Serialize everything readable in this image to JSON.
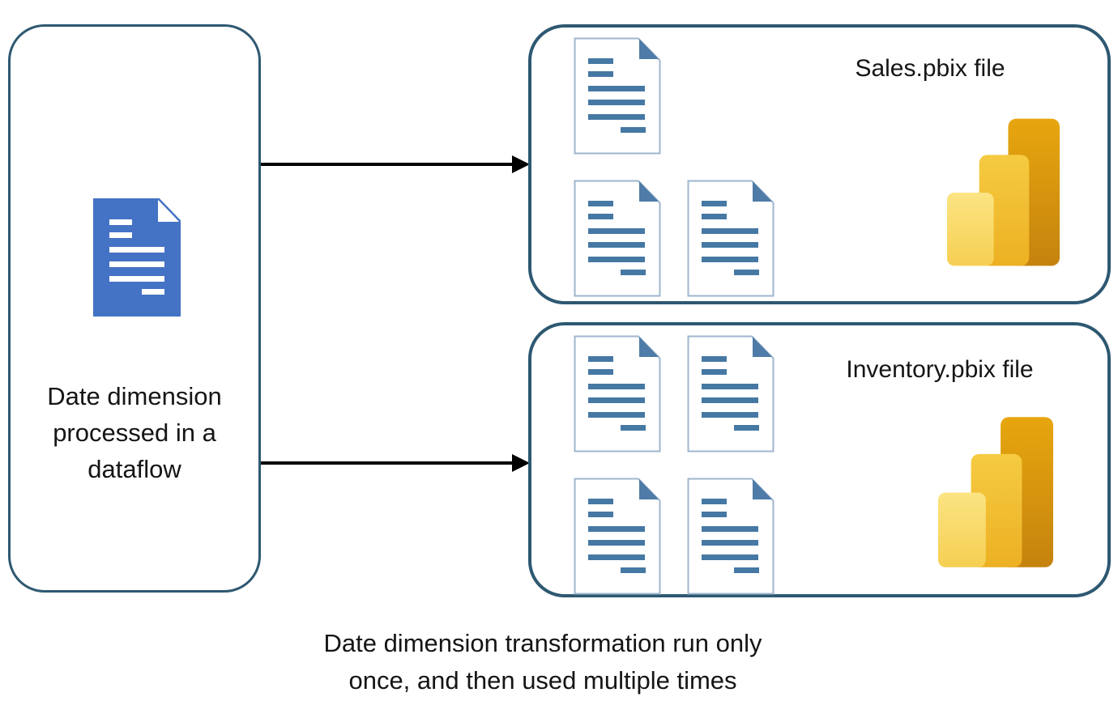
{
  "source_box": {
    "lines": [
      "Date dimension",
      "processed in a",
      "dataflow"
    ],
    "label": "Date dimension processed in a dataflow"
  },
  "sales_box": {
    "title": "Sales.pbix file",
    "document_count": 3
  },
  "inventory_box": {
    "title": "Inventory.pbix file",
    "document_count": 4
  },
  "caption": {
    "lines": [
      "Date dimension transformation run only",
      "once, and then used multiple times"
    ]
  },
  "icons": {
    "source_document": "blue-document-icon",
    "table_document": "document-icon",
    "product_logo": "power-bi-logo-icon",
    "connector": "right-arrow"
  },
  "colors": {
    "box_border": "#2E5871",
    "arrow": "#000000",
    "text": "#151515",
    "doc_blue_fill": "#4472C4",
    "doc_outline": "#9FB6CE",
    "doc_fold": "#4E7BA7",
    "doc_line": "#4678A4",
    "pbi_light_top": "#FBE483",
    "pbi_light_bottom": "#F6CF52",
    "pbi_mid_top": "#F5CB41",
    "pbi_mid_bottom": "#EDB023",
    "pbi_dark_top": "#E7A60E",
    "pbi_dark_bottom": "#C5830E"
  }
}
